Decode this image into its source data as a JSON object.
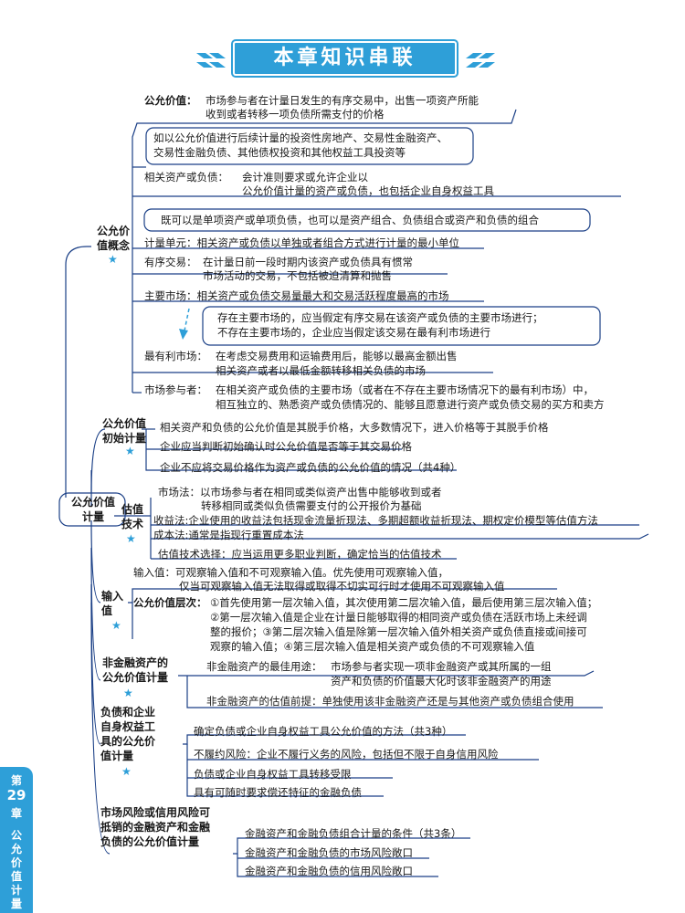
{
  "title": "本章知识串联",
  "center": "公允价值计量",
  "sections": {
    "concept": {
      "label": [
        "公允价",
        "值概念"
      ],
      "def_label": "公允价值：",
      "def": [
        "市场参与者在计量日发生的有序交易中，出售一项资产所能",
        "收到或者转移一项负债所需支付的价格"
      ],
      "box1": [
        "如以公允价值进行后续计量的投资性房地产、交易性金融资产、",
        "交易性金融负债、其他债权投资和其他权益工具投资等"
      ],
      "related_label": "相关资产或负债：",
      "related": [
        "会计准则要求或允许企业以",
        "公允价值计量的资产或负债，也包括企业自身权益工具"
      ],
      "box2": "既可以是单项资产或单项负债，也可以是资产组合、负债组合或资产和负债的组合",
      "unit": "计量单元：相关资产或负债以单独或者组合方式进行计量的最小单位",
      "orderly_label": "有序交易：",
      "orderly": [
        "在计量日前一段时期内该资产或负债具有惯常",
        "市场活动的交易，不包括被迫清算和抛售"
      ],
      "principal": "主要市场：相关资产或负债交易量最大和交易活跃程度最高的市场",
      "box3": [
        "存在主要市场的，应当假定有序交易在该资产或负债的主要市场进行；",
        "不存在主要市场的，企业应当假定该交易在最有利市场进行"
      ],
      "advantage_label": "最有利市场：",
      "advantage": [
        "在考虑交易费用和运输费用后，能够以最高金额出售",
        "相关资产或者以最低金额转移相关负债的市场"
      ],
      "participant_label": "市场参与者：",
      "participant": [
        "在相关资产或负债的主要市场（或者在不存在主要市场情况下的最有利市场）中，",
        "相互独立的、熟悉资产或负债情况的、能够且愿意进行资产或负债交易的买方和卖方"
      ]
    },
    "initial": {
      "label": [
        "公允价值",
        "初始计量"
      ],
      "items": [
        "相关资产和负债的公允价值是其脱手价格，大多数情况下，进入价格等于其脱手价格",
        "企业应当判断初始确认时公允价值是否等于其交易价格",
        "企业不应将交易价格作为资产或负债的公允价值的情况（共4种）"
      ]
    },
    "technique": {
      "label": [
        "估值",
        "技术"
      ],
      "market": [
        "市场法：以市场参与者在相同或类似资产出售中能够收到或者",
        "转移相同或类似负债需要支付的公开报价为基础"
      ],
      "income": "收益法:企业使用的收益法包括现金流量折现法、多期超额收益折现法、期权定价模型等估值方法",
      "cost": "成本法:通常是指现行重置成本法",
      "choice": "估值技术选择：应当运用更多职业判断，确定恰当的估值技术"
    },
    "input": {
      "label": [
        "输入",
        "值"
      ],
      "def": [
        "输入值：可观察输入值和不可观察输入值。优先使用可观察输入值，",
        "仅当可观察输入值无法取得或取得不切实可行时才使用不可观察输入值"
      ],
      "levels_label": "公允价值层次：",
      "levels": [
        "①首先使用第一层次输入值，其次使用第二层次输入值，最后使用第三层次输入值；",
        "②第一层次输入值是企业在计量日能够取得的相同资产或负债在活跃市场上未经调",
        "整的报价；③第二层次输入值是除第一层次输入值外相关资产或负债直接或间接可",
        "观察的输入值；④第三层次输入值是相关资产或负债的不可观察输入值"
      ]
    },
    "nonfinancial": {
      "label": [
        "非金融资产的",
        "公允价值计量"
      ],
      "best_label": "非金融资产的最佳用途：",
      "best": [
        "市场参与者实现一项非金融资产或其所属的一组",
        "资产和负债的价值最大化时该非金融资产的用途"
      ],
      "premise": "非金融资产的估值前提：单独使用该非金融资产还是与其他资产或负债组合使用"
    },
    "liability": {
      "label": [
        "负债和企业",
        "自身权益工",
        "具的公允价",
        "值计量"
      ],
      "items": [
        "确定负债或企业自身权益工具公允价值的方法（共3种）",
        "不履约风险：企业不履行义务的风险，包括但不限于自身信用风险",
        "负债或企业自身权益工具转移受限",
        "具有可随时要求偿还特征的金融负债"
      ]
    },
    "risk": {
      "label": [
        "市场风险或信用风险可",
        "抵销的金融资产和金融",
        "负债的公允价值计量"
      ],
      "items": [
        "金融资产和金融负债组合计量的条件（共3条）",
        "金融资产和金融负债的市场风险敞口",
        "金融资产和金融负债的信用风险敞口"
      ]
    }
  },
  "side_tab": {
    "chapter": [
      "第",
      "29",
      "章"
    ],
    "name": [
      "公",
      "允",
      "价",
      "值",
      "计",
      "量"
    ]
  },
  "colors": {
    "accent": "#2e9fd8",
    "line": "#1a3f86"
  }
}
